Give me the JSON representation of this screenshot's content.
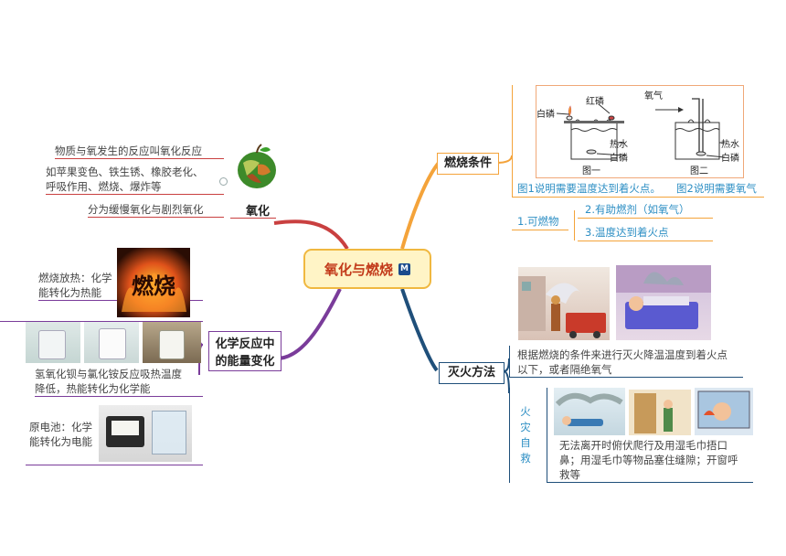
{
  "center": {
    "title": "氧化与燃烧",
    "badge": "M"
  },
  "oxidation": {
    "title": "氧化",
    "items": [
      "物质与氧发生的反应叫氧化反应",
      "如苹果变色、铁生锈、橡胶老化、",
      "呼吸作用、燃烧、爆炸等",
      "分为缓慢氧化与剧烈氧化"
    ]
  },
  "energy": {
    "title_line1": "化学反应中",
    "title_line2": "的能量变化",
    "burn": {
      "line1": "燃烧放热：化学",
      "line2": "能转化为热能",
      "image_text": "燃烧"
    },
    "absorb": {
      "line1": "氢氧化钡与氯化铵反应吸热温度",
      "line2": "降低，热能转化为化学能"
    },
    "battery": {
      "line1": "原电池：化学",
      "line2": "能转化为电能"
    }
  },
  "combustion": {
    "title": "燃烧条件",
    "diagram": {
      "fig1": {
        "label_white": "白磷",
        "label_red": "红磷",
        "label_water": "热水",
        "label_white2": "白磷",
        "caption": "图一"
      },
      "fig2": {
        "label_o2": "氧气",
        "label_water": "热水",
        "label_white": "白磷",
        "caption": "图二"
      }
    },
    "note1": "图1说明需要温度达到着火点。",
    "note2": "图2说明需要氧气",
    "cond1": "1.可燃物",
    "cond2": "2.有助燃剂（如氧气）",
    "cond3": "3.温度达到着火点"
  },
  "fire": {
    "title": "灭火方法",
    "method_line1": "根据燃烧的条件来进行灭火降温温度到着火点",
    "method_line2": "以下，或者隔绝氧气",
    "self_rescue_label": [
      "火",
      "灾",
      "自",
      "救"
    ],
    "rescue_line1": "无法离开时俯伏爬行及用湿毛巾捂口",
    "rescue_line2": "鼻；用湿毛巾等物品塞住缝隙；开窗呼",
    "rescue_line3": "救等"
  },
  "colors": {
    "orange": "#f4a33a",
    "red": "#c94040",
    "purple": "#7a3c9a",
    "navy": "#1f4f7a",
    "blue_text": "#2e8fc4"
  }
}
